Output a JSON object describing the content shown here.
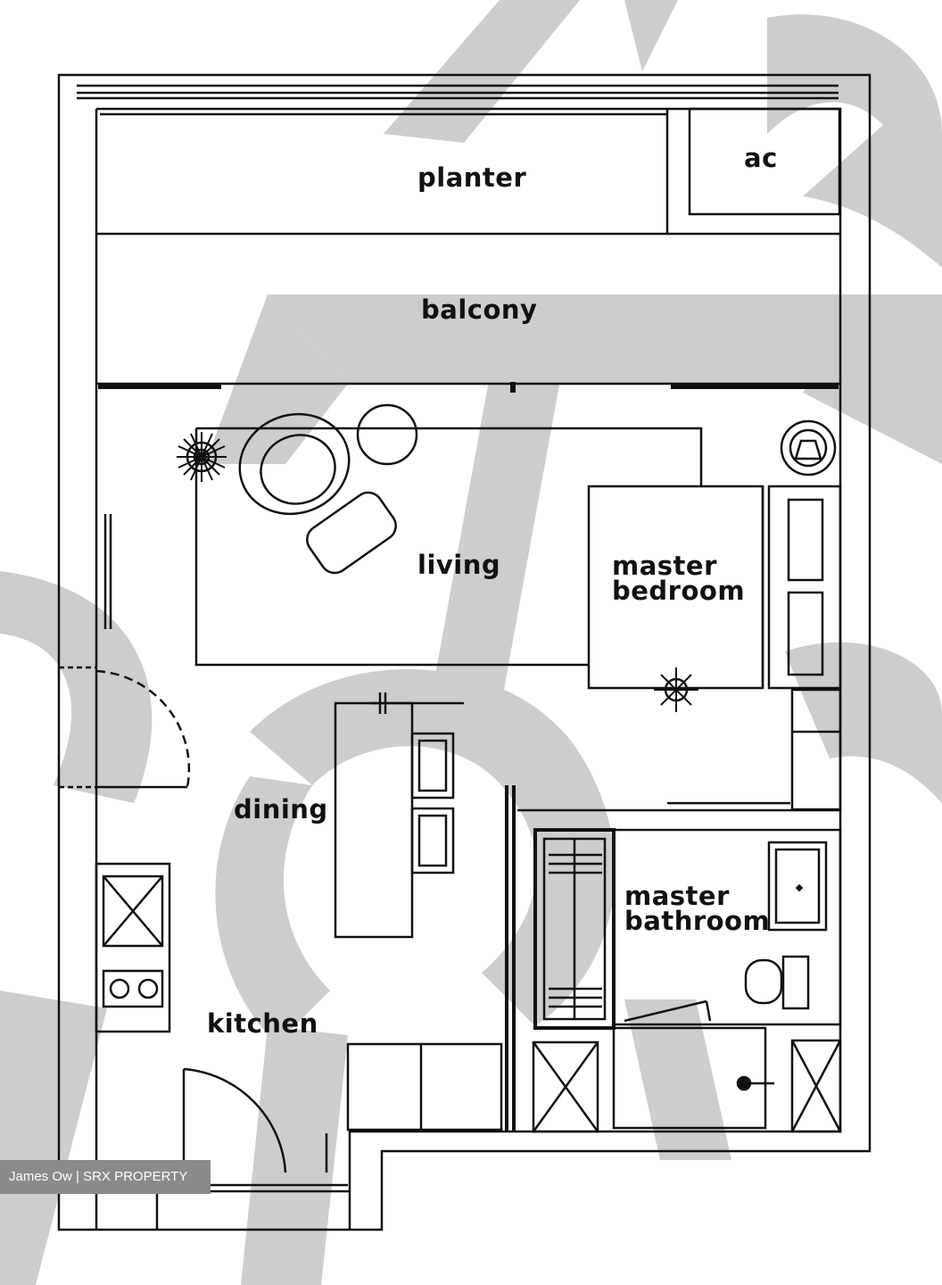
{
  "rooms": {
    "planter": "planter",
    "ac": "ac",
    "balcony": "balcony",
    "living": "living",
    "master_bedroom": "master\nbedroom",
    "dining": "dining",
    "master_bathroom": "master\nbathroom",
    "kitchen": "kitchen"
  },
  "credit": "James Ow | SRX PROPERTY",
  "colors": {
    "line": "#111111",
    "watermark": "#c4c4c4",
    "credit_bg": "#8a8a8a"
  }
}
